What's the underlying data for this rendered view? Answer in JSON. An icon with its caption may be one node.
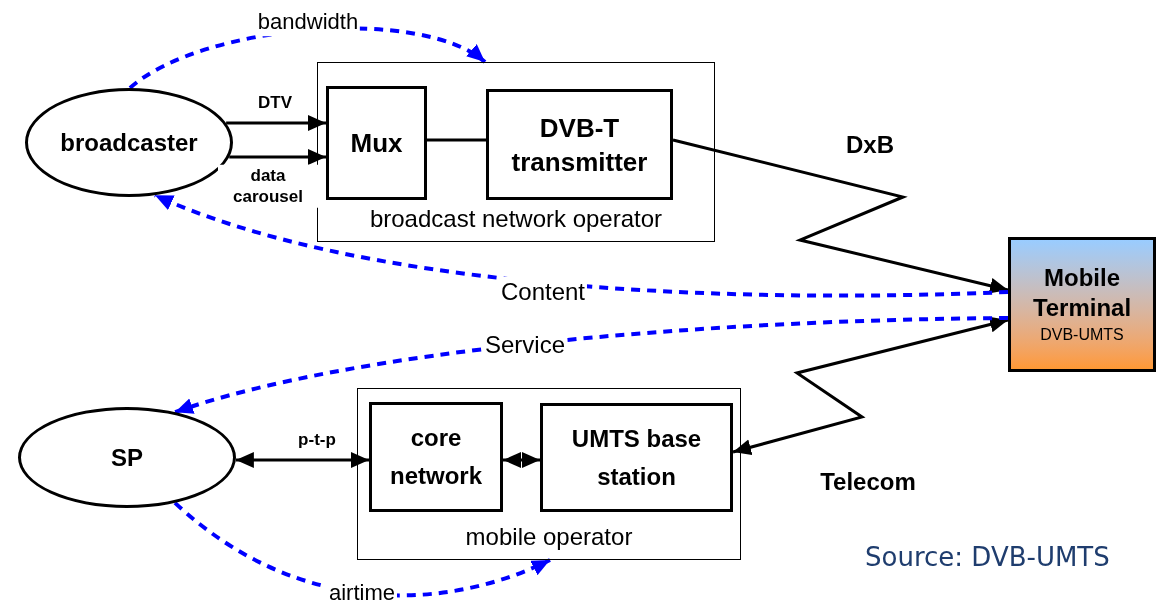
{
  "diagram": {
    "nodes": [
      {
        "text": [
          "broadcaster"
        ]
      },
      {
        "text": [
          "broadcast network operator"
        ]
      },
      {
        "text": [
          "Mux"
        ],
        "in": 1
      },
      {
        "text": [
          "DVB-T transmitter"
        ],
        "in": 1
      },
      {
        "text": [
          "Mobile Terminal",
          "DVB-UMTS"
        ]
      },
      {
        "text": [
          "SP"
        ]
      },
      {
        "text": [
          "mobile operator"
        ]
      },
      {
        "text": [
          "core network"
        ],
        "in": 6
      },
      {
        "text": [
          "UMTS base station"
        ],
        "in": 6
      }
    ],
    "edges": [
      {
        "from": 0,
        "to": 2,
        "arrow": "to",
        "label": "DTV"
      },
      {
        "from": 0,
        "to": 2,
        "arrow": "to",
        "label": "data carousel"
      },
      {
        "from": 2,
        "to": 3,
        "arrow": "none"
      },
      {
        "from": 3,
        "to": 4,
        "arrow": "to",
        "label": "DxB"
      },
      {
        "from": 8,
        "to": 4,
        "arrow": "both",
        "label": "Telecom"
      },
      {
        "from": 5,
        "to": 7,
        "arrow": "both",
        "label": "p-t-p"
      },
      {
        "from": 7,
        "to": 8,
        "arrow": "both"
      },
      {
        "from": 0,
        "to": 1,
        "arrow": "to",
        "label": "bandwidth",
        "style": "dashed",
        "color": "#0000ff"
      },
      {
        "from": 4,
        "to": 0,
        "arrow": "to",
        "label": "Content",
        "style": "dashed",
        "color": "#0000ff"
      },
      {
        "from": 4,
        "to": 5,
        "arrow": "to",
        "label": "Service",
        "style": "dashed",
        "color": "#0000ff"
      },
      {
        "from": 5,
        "to": 6,
        "arrow": "to",
        "label": "airtime",
        "style": "dashed",
        "color": "#0000ff"
      }
    ],
    "labels": [
      "Source: DVB-UMTS"
    ]
  }
}
